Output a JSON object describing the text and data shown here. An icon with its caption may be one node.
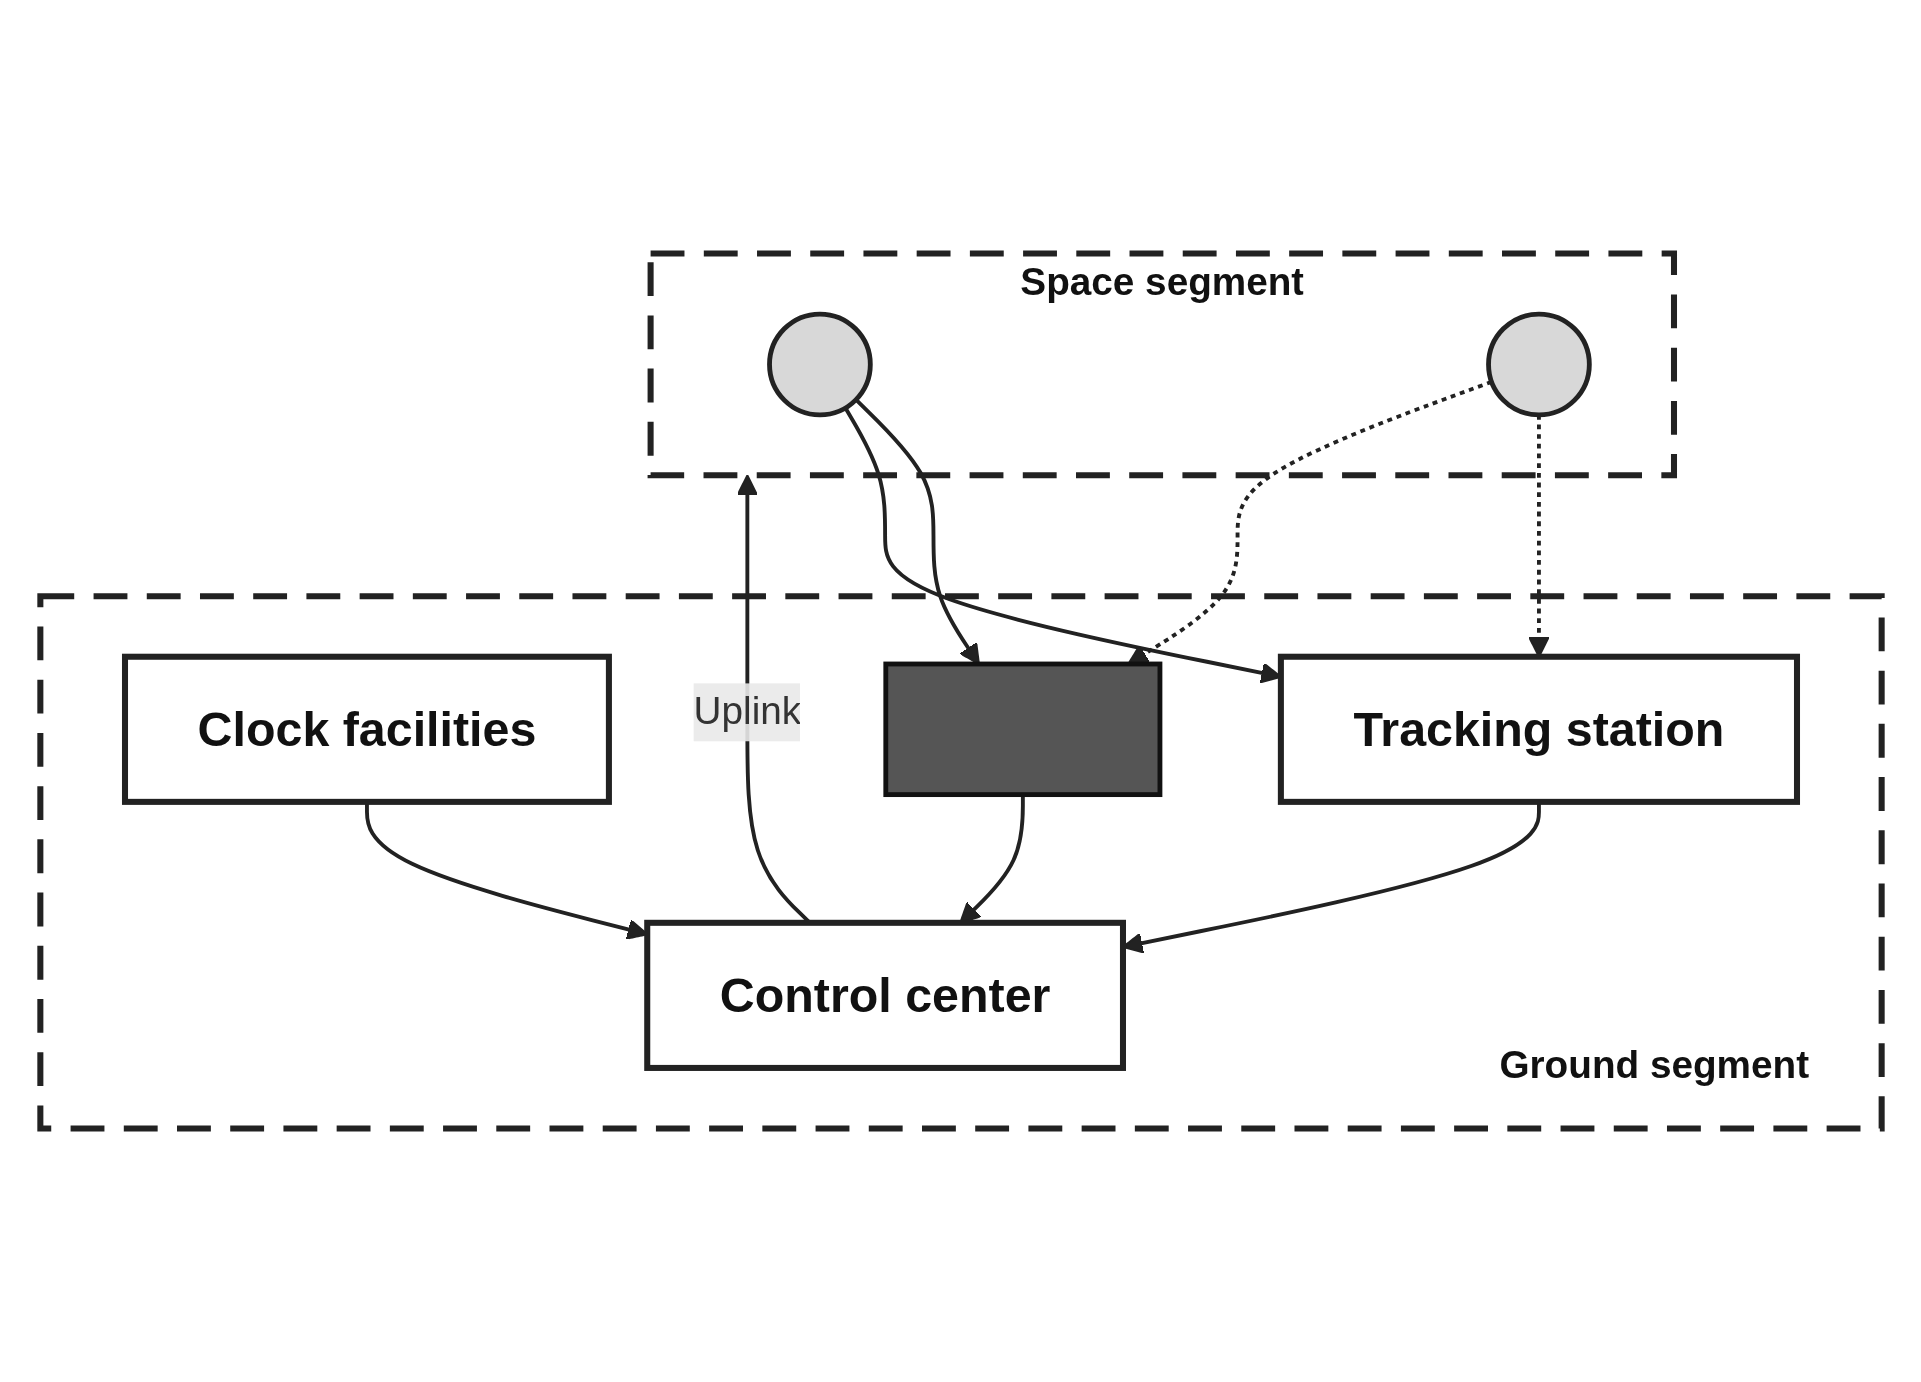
{
  "diagram": {
    "nodes": [
      {
        "text": [
          "Space segment"
        ]
      },
      {
        "text": [],
        "shape": "circle",
        "in": 0
      },
      {
        "text": [],
        "shape": "circle",
        "in": 0
      },
      {
        "text": [
          "Ground segment"
        ]
      },
      {
        "text": [],
        "shape": "box",
        "in": 3
      },
      {
        "text": [
          "Tracking station"
        ],
        "in": 3
      },
      {
        "text": [
          "Control center"
        ],
        "in": 3
      },
      {
        "text": [
          "Clock facilities"
        ],
        "in": 3
      }
    ],
    "edges": [
      {
        "from": 1,
        "to": 4,
        "arrow": "to"
      },
      {
        "from": 1,
        "to": 5,
        "arrow": "to"
      },
      {
        "from": 2,
        "to": 5,
        "arrow": "to",
        "style": "dashed"
      },
      {
        "from": 2,
        "to": 4,
        "arrow": "to",
        "style": "dashed"
      },
      {
        "from": 4,
        "to": 6,
        "arrow": "to"
      },
      {
        "from": 5,
        "to": 6,
        "arrow": "to"
      },
      {
        "from": 7,
        "to": 6,
        "arrow": "to"
      },
      {
        "from": 6,
        "to": 0,
        "arrow": "to",
        "label": "Uplink"
      }
    ]
  }
}
